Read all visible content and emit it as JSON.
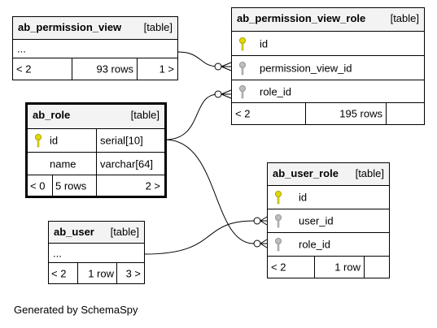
{
  "footer": "Generated by SchemaSpy",
  "colors": {
    "primary_key": "#e0d800",
    "foreign_key": "#bdbdbd",
    "header_bg": "#f3f3f3"
  },
  "tables": {
    "ab_permission_view": {
      "name": "ab_permission_view",
      "type": "[table]",
      "columns": [
        {
          "name": "..."
        }
      ],
      "footer": {
        "left": "< 2",
        "rows": "93 rows",
        "right": "1 >"
      }
    },
    "ab_permission_view_role": {
      "name": "ab_permission_view_role",
      "type": "[table]",
      "columns": [
        {
          "name": "id",
          "key": "primary"
        },
        {
          "name": "permission_view_id",
          "key": "foreign"
        },
        {
          "name": "role_id",
          "key": "foreign"
        }
      ],
      "footer": {
        "left": "< 2",
        "rows": "195 rows",
        "right": ""
      }
    },
    "ab_role": {
      "name": "ab_role",
      "type": "[table]",
      "columns": [
        {
          "name": "id",
          "key": "primary",
          "datatype": "serial[10]"
        },
        {
          "name": "name",
          "key": "",
          "datatype": "varchar[64]"
        }
      ],
      "footer": {
        "left": "< 0",
        "rows": "5 rows",
        "right": "2 >"
      }
    },
    "ab_user_role": {
      "name": "ab_user_role",
      "type": "[table]",
      "columns": [
        {
          "name": "id",
          "key": "primary"
        },
        {
          "name": "user_id",
          "key": "foreign"
        },
        {
          "name": "role_id",
          "key": "foreign"
        }
      ],
      "footer": {
        "left": "< 2",
        "rows": "1 row",
        "right": ""
      }
    },
    "ab_user": {
      "name": "ab_user",
      "type": "[table]",
      "columns": [
        {
          "name": "..."
        }
      ],
      "footer": {
        "left": "< 2",
        "rows": "1 row",
        "right": "3 >"
      }
    }
  }
}
